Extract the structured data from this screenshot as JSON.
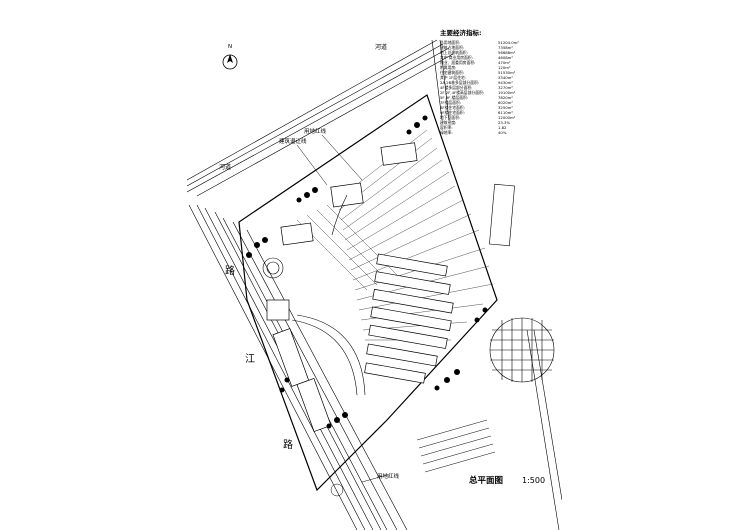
{
  "drawing": {
    "title": "总平面图",
    "scale": "1:500",
    "north_label": "N",
    "river_top": "河道",
    "river_left": "河道",
    "road_char_1": "路",
    "road_char_2": "江",
    "road_char_3": "路",
    "label_redline": "用地红线",
    "label_building_line": "建筑退让线",
    "label_redline_bottom": "用地红线"
  },
  "index_table": {
    "title": "主要经济指标:",
    "rows": [
      {
        "label": "总用地面积:",
        "value": "51204.0m²"
      },
      {
        "label": "建筑占地面积:",
        "value": "7358m²"
      },
      {
        "label": "地上总建筑面积:",
        "value": "56688m²"
      },
      {
        "label": "其中 商业用房面积:",
        "value": "4608m²"
      },
      {
        "label": "物业、居委用房面积:",
        "value": "470m²"
      },
      {
        "label": "附属用房:",
        "value": "120m²"
      },
      {
        "label": "住宅建筑面积:",
        "value": "51530m²"
      },
      {
        "label": "其中 1F层住宅:",
        "value": "3340m²"
      },
      {
        "label": "2A,2B栋多层部分面积:",
        "value": "9430m²"
      },
      {
        "label": "4F楼多层部分面积:",
        "value": "3270m²"
      },
      {
        "label": "2F,2F,4F楼高层部分面积:",
        "value": "19100m²"
      },
      {
        "label": "5F,6F,楼层面积:",
        "value": "7820m²"
      },
      {
        "label": "7F楼层面积:",
        "value": "6020m²"
      },
      {
        "label": "8F楼住宅面积:",
        "value": "3250m²"
      },
      {
        "label": "9F楼住宅面积:",
        "value": "6110m²"
      },
      {
        "label": "地下室面积:",
        "value": "12000m²"
      },
      {
        "label": "建筑密度:",
        "value": "23.3%"
      },
      {
        "label": "容积率:",
        "value": "1.82"
      },
      {
        "label": "绿地率:",
        "value": "40%"
      }
    ]
  },
  "colors": {
    "line": "#000000",
    "background": "#ffffff",
    "hatch": "#222222"
  },
  "icons": {
    "north_arrow": "north-arrow-icon",
    "roundabout": "roundabout-icon"
  }
}
